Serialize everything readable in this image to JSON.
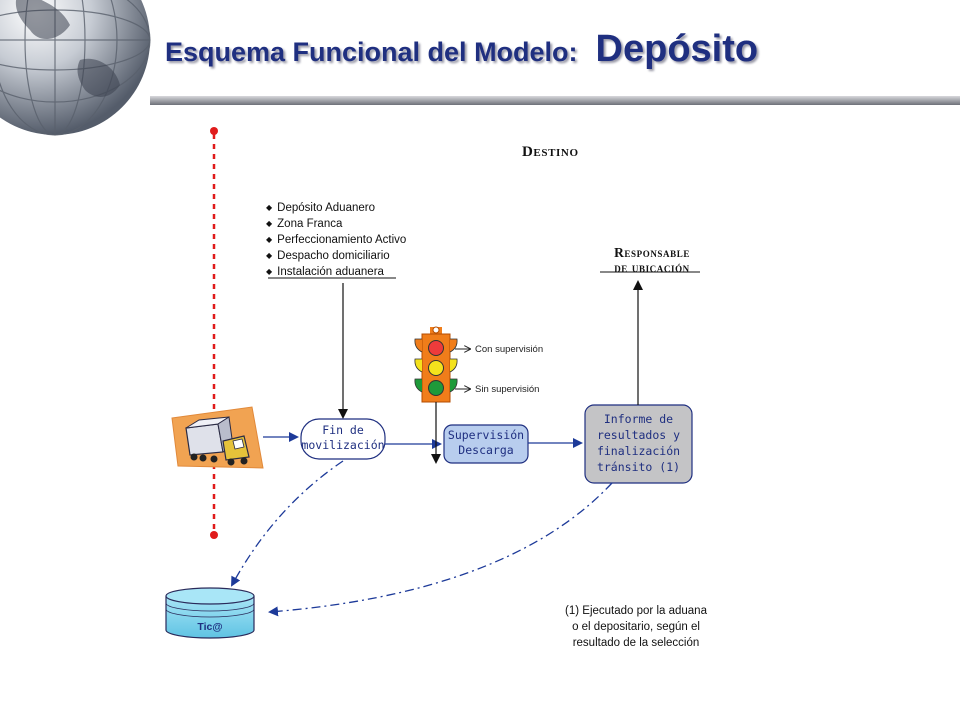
{
  "title": {
    "part1": "Esquema Funcional del Modelo:",
    "part2": "Depósito"
  },
  "destino_label": "Destino",
  "destino_options": [
    "Depósito Aduanero",
    "Zona Franca",
    "Perfeccionamiento Activo",
    "Despacho domiciliario",
    "Instalación aduanera"
  ],
  "responsable_label": {
    "line1": "Responsable",
    "line2": "de ubicación"
  },
  "traffic_light": {
    "top_label": "Con supervisión",
    "bottom_label": "Sin supervisión"
  },
  "nodes": {
    "fin": {
      "line1": "Fin de",
      "line2": "movilización"
    },
    "supervision": {
      "line1": "Supervisión",
      "line2": "Descarga"
    },
    "informe": {
      "line1": "Informe de",
      "line2": "resultados y",
      "line3": "finalización",
      "line4": "tránsito (1)"
    }
  },
  "database_label": "Tic@",
  "footnote": {
    "line1": "(1) Ejecutado por la aduana",
    "line2": "o el depositario, según el",
    "line3": "resultado de la selección"
  },
  "colors": {
    "title": "#1f2f80",
    "box_fill_blue": "#b8cdee",
    "box_fill_gray": "#c4c4c6",
    "box_border": "#1f2f80",
    "dashed_line": "#1d3a99",
    "border_line": "#e01b1b",
    "traffic_light_body": "#f07d1a",
    "light_red": "#ee3b3b",
    "light_yellow": "#f4e21c",
    "light_green": "#1e9a3a",
    "database_fill": "#7fd3ec"
  }
}
